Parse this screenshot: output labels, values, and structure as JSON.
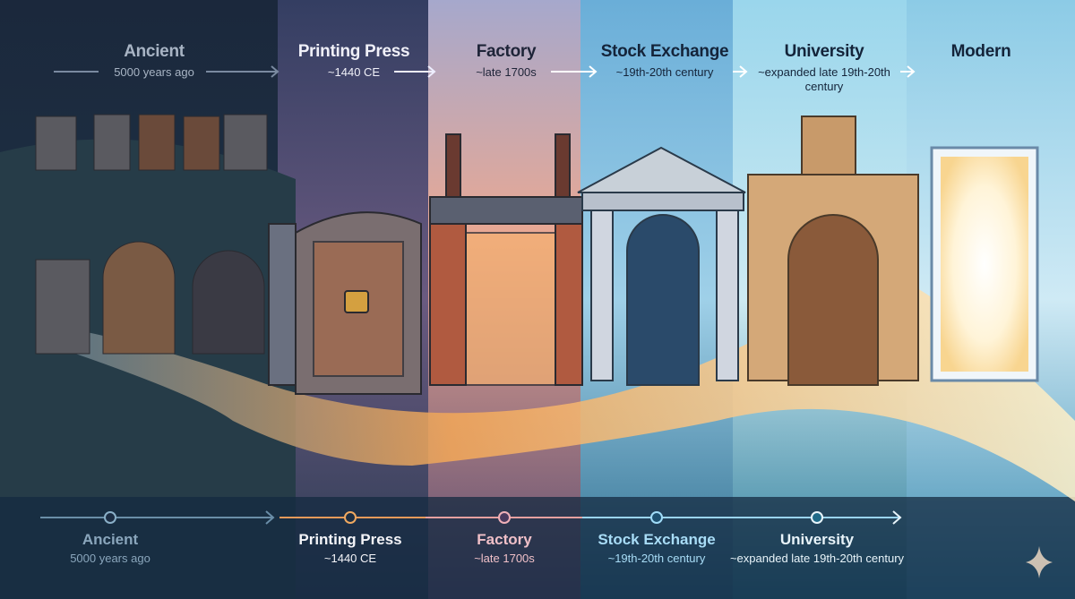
{
  "top_timeline": [
    {
      "title": "Ancient",
      "subtitle": "5000 years ago"
    },
    {
      "title": "Printing Press",
      "subtitle": "~1440 CE"
    },
    {
      "title": "Factory",
      "subtitle": "~late 1700s"
    },
    {
      "title": "Stock Exchange",
      "subtitle": "~19th-20th century"
    },
    {
      "title": "University",
      "subtitle": "~expanded late 19th-20th century"
    },
    {
      "title": "Modern",
      "subtitle": ""
    }
  ],
  "bottom_timeline": [
    {
      "title": "Ancient",
      "subtitle": "5000 years ago"
    },
    {
      "title": "Printing Press",
      "subtitle": "~1440 CE"
    },
    {
      "title": "Factory",
      "subtitle": "~late 1700s"
    },
    {
      "title": "Stock Exchange",
      "subtitle": "~19th-20th century"
    },
    {
      "title": "University",
      "subtitle": "~expanded late 19th-20th century"
    }
  ],
  "colors": {
    "ancient": "#1c2a3e",
    "printing_press": "#3a4466",
    "factory": "#c9a6b8",
    "stock_exchange": "#6fb0d8",
    "university": "#a8dced",
    "modern": "#8ccbe6",
    "glow": "#f6b25a"
  }
}
